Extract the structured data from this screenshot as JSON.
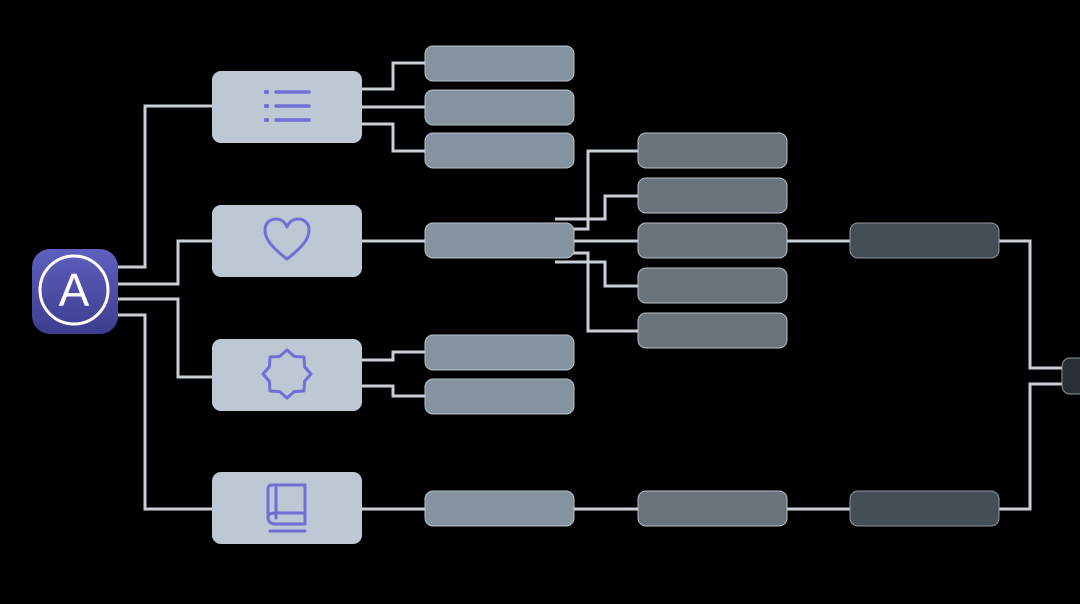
{
  "app": {
    "letter": "A",
    "icon": "app-a-icon",
    "gradient": [
      "#5f5fbf",
      "#3d3d8f"
    ]
  },
  "categories": [
    {
      "id": "list",
      "icon": "list-icon"
    },
    {
      "id": "heart",
      "icon": "heart-icon"
    },
    {
      "id": "badge",
      "icon": "badge-icon"
    },
    {
      "id": "book",
      "icon": "book-icon"
    }
  ],
  "colors": {
    "background": "#000000",
    "connector": "#c9ced6",
    "category_fill": "#bec7d4",
    "icon": "#6f6fd6",
    "level1_fill": "#8592a0",
    "level2_fill": "#6a727c",
    "level3_fill": "#454d55",
    "node_border": "#b8c0ca"
  }
}
